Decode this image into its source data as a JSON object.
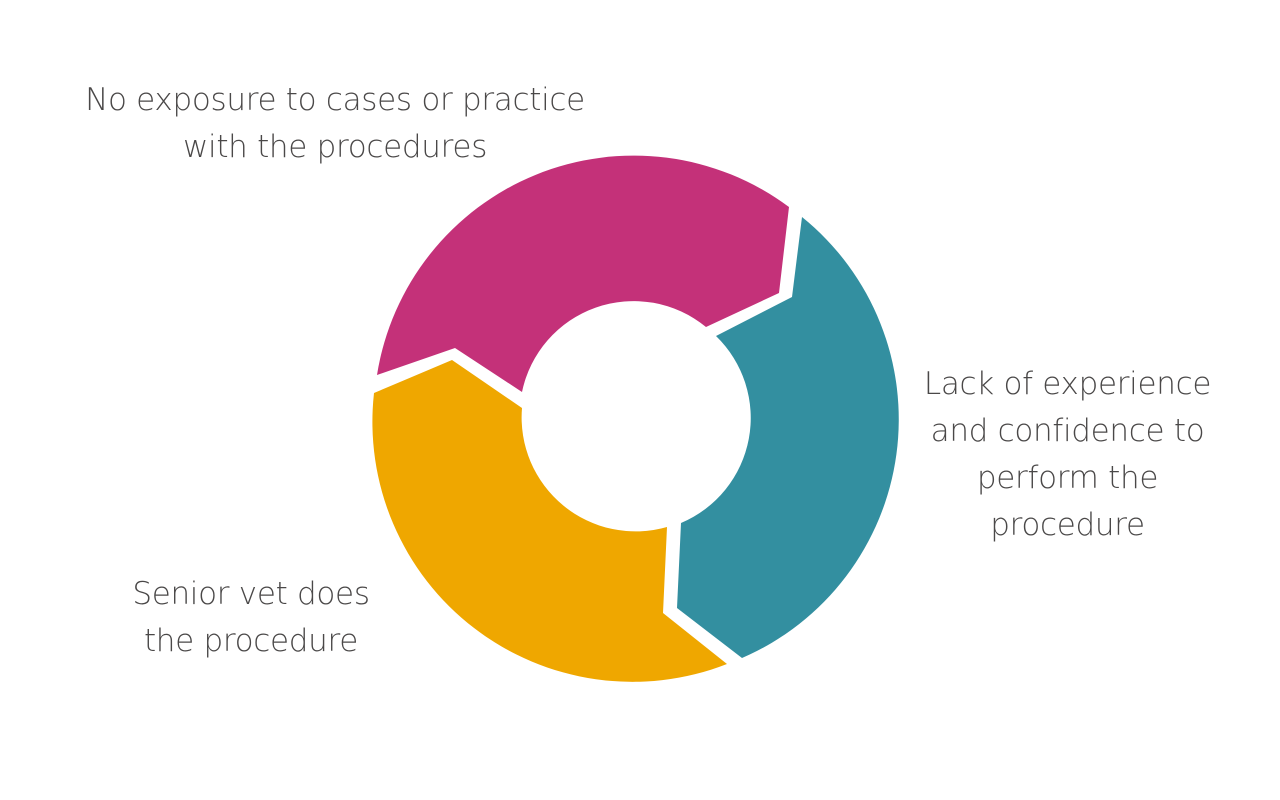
{
  "diagram": {
    "type": "cycle",
    "colors": {
      "background": "#ffffff",
      "text": "#4a4848"
    },
    "segments": [
      {
        "name": "top",
        "color": "#c43179",
        "label_lines": [
          "No exposure to cases or practice",
          "with the procedures"
        ]
      },
      {
        "name": "right",
        "color": "#338fa0",
        "label_lines": [
          "Lack of experience",
          "and confidence to",
          "perform the",
          "procedure"
        ]
      },
      {
        "name": "left",
        "color": "#efa700",
        "label_lines": [
          "Senior vet does",
          "the procedure"
        ]
      }
    ]
  }
}
